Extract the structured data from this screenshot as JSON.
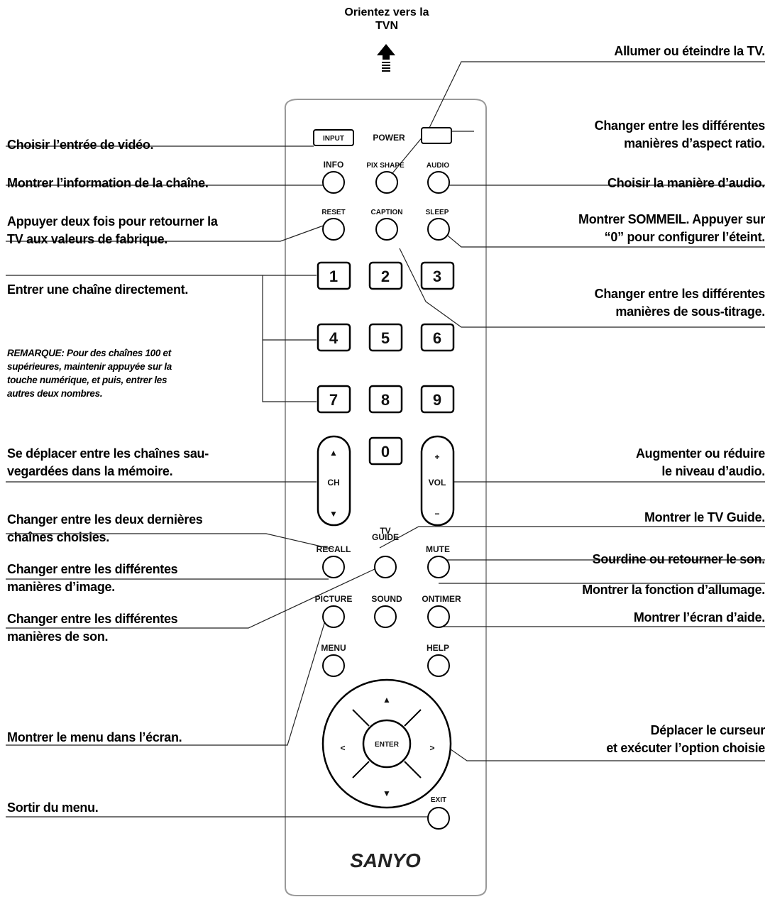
{
  "top_note": "Orientez vers la\nTVN",
  "left_labels": {
    "input": "Choisir l’entrée de vidéo.",
    "info": "Montrer l’information de la chaîne.",
    "reset": "Appuyer deux fois pour retourner la\nTV aux valeurs de fabrique.",
    "digits": "Entrer une chaîne directement.",
    "note": "REMARQUE: Pour des chaînes 100 et\nsupérieures, maintenir appuyée sur la\ntouche numérique,  et puis, entrer les\nautres deux nombres.",
    "ch": "Se déplacer entre les chaînes sau-\nvegardées dans la mémoire.",
    "recall": "Changer entre les deux dernières\nchaînes choisies.",
    "picture": "Changer entre les différentes\nmanières d’image.",
    "sound": "Changer entre les différentes\nmanières de son.",
    "menu": "Montrer le menu dans l’écran.",
    "exit": "Sortir du menu."
  },
  "right_labels": {
    "power": "Allumer ou éteindre la TV.",
    "pix_shape": "Changer entre les différentes\nmanières d’aspect ratio.",
    "audio": "Choisir la manière d’audio.",
    "sleep": "Montrer SOMMEIL. Appuyer sur\n“0” pour configurer l’éteint.",
    "caption": "Changer entre les différentes\nmanières de sous-titrage.",
    "vol": "Augmenter ou réduire\nle niveau d’audio.",
    "tv_guide": "Montrer le TV Guide.",
    "mute": "Sourdine ou retourner le son.",
    "on_timer": "Montrer la fonction d’allumage.",
    "help": "Montrer l’écran d’aide.",
    "cursor": "Déplacer le curseur\net exécuter l’option choisie"
  },
  "remote": {
    "input": "INPUT",
    "power": "POWER",
    "info": "INFO",
    "pix_shape": "PIX SHAPE",
    "audio": "AUDIO",
    "reset": "RESET",
    "caption": "CAPTION",
    "sleep": "SLEEP",
    "digits": [
      "1",
      "2",
      "3",
      "4",
      "5",
      "6",
      "7",
      "8",
      "9",
      "0"
    ],
    "ch_up": "▲",
    "ch": "CH",
    "ch_down": "▼",
    "vol_up": "+",
    "vol": "VOL",
    "vol_down": "−",
    "tv": "TV",
    "guide": "GUIDE",
    "recall": "RECALL",
    "mute": "MUTE",
    "picture": "PICTURE",
    "sound": "SOUND",
    "on_timer": "ONTIMER",
    "menu": "MENU",
    "help": "HELP",
    "nav_up": "▲",
    "nav_down": "▼",
    "nav_left": "<",
    "nav_right": ">",
    "enter": "ENTER",
    "exit": "EXIT",
    "brand": "SANYO"
  }
}
